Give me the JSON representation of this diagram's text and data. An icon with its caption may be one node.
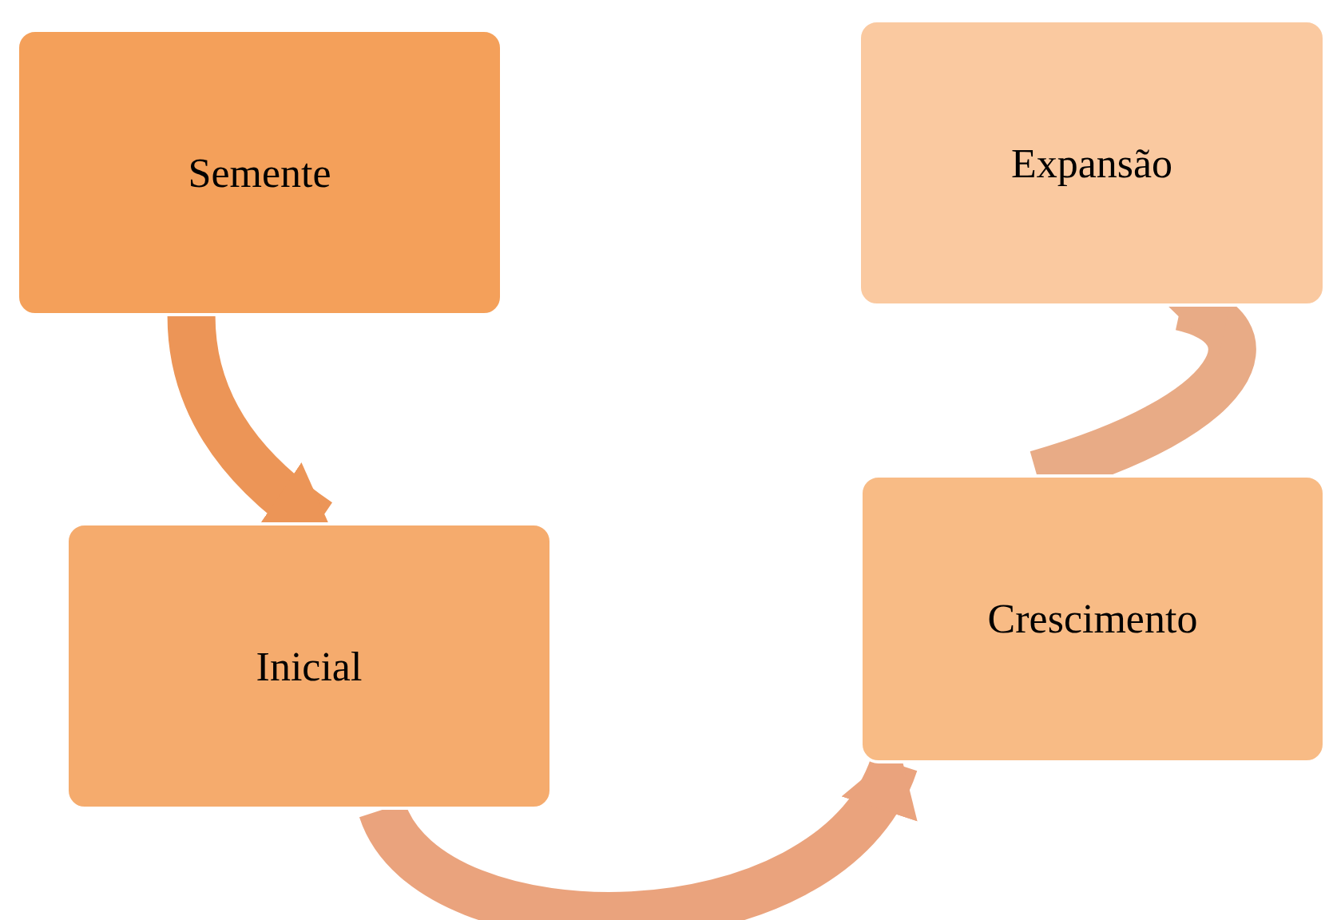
{
  "diagram": {
    "nodes": [
      {
        "text": [
          "Semente"
        ]
      },
      {
        "text": [
          "Inicial"
        ]
      },
      {
        "text": [
          "Crescimento"
        ]
      },
      {
        "text": [
          "Expansão"
        ]
      }
    ],
    "edges": [
      {
        "from": 0,
        "to": 1,
        "arrow": "to"
      },
      {
        "from": 1,
        "to": 2,
        "arrow": "to"
      },
      {
        "from": 2,
        "to": 3,
        "arrow": "to"
      }
    ]
  }
}
